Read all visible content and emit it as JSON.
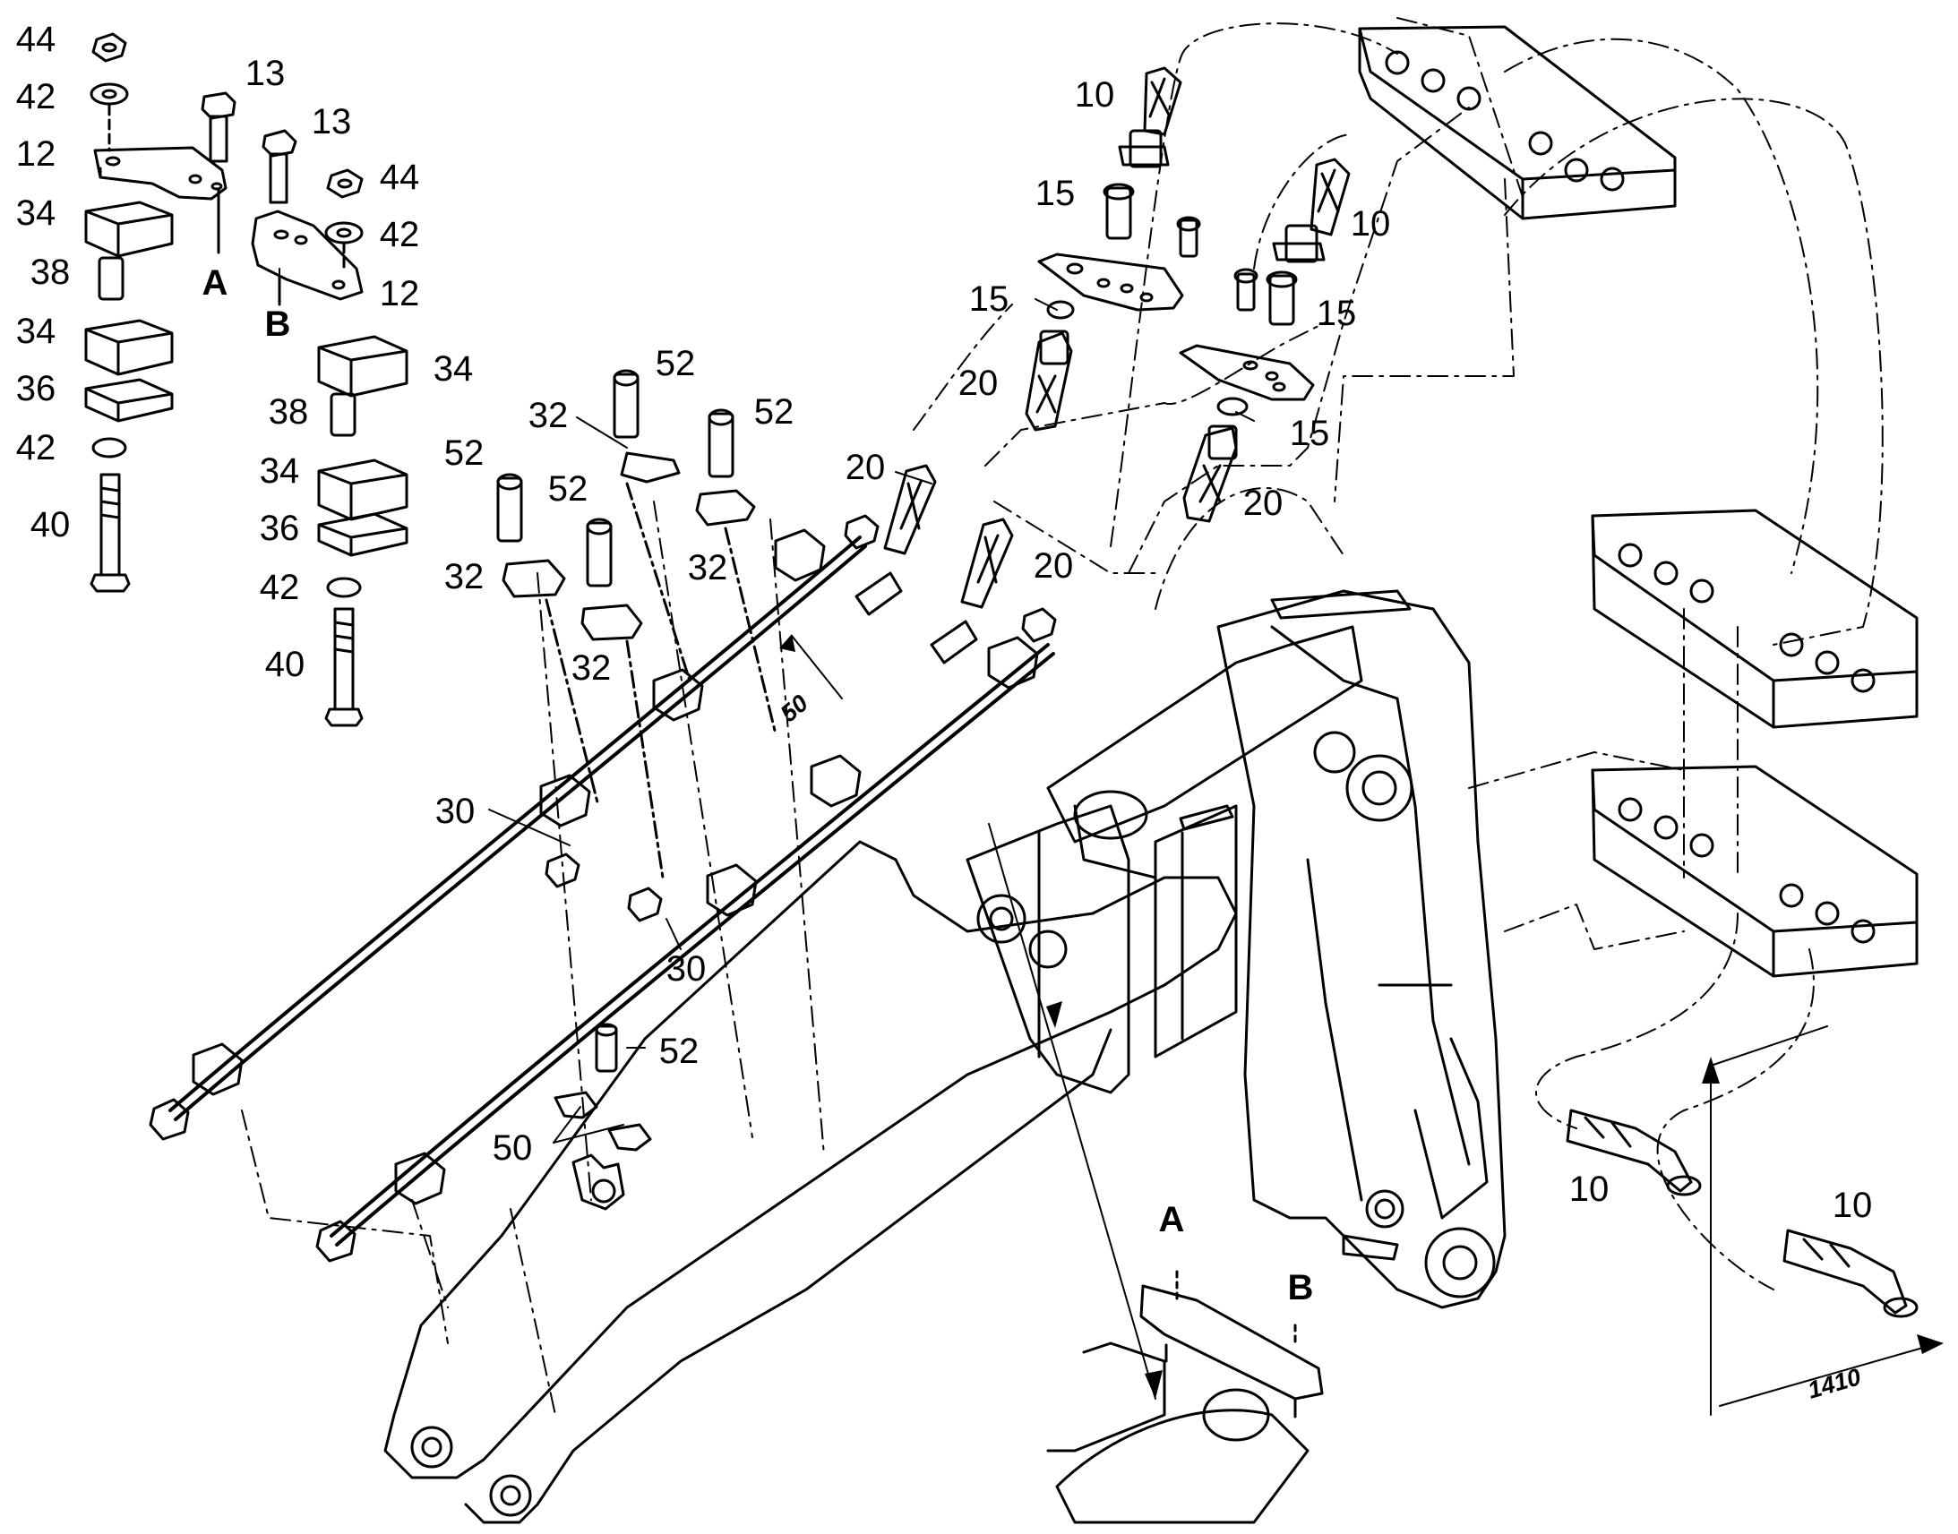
{
  "diagram": {
    "callouts": {
      "left_stack_a": [
        "44",
        "42",
        "12",
        "34",
        "38",
        "34",
        "36",
        "42",
        "40"
      ],
      "left_stack_b": [
        "13",
        "44",
        "42",
        "12",
        "34",
        "38",
        "34",
        "36",
        "42",
        "40"
      ],
      "marker_a": "A",
      "marker_b": "B",
      "bolt_13_a": "13",
      "pads": [
        "52",
        "52",
        "52",
        "52",
        "32",
        "32",
        "32",
        "32"
      ],
      "pipes": [
        "30",
        "30"
      ],
      "clamp_52": "52",
      "clips": "50",
      "hoses_top": [
        "10",
        "15",
        "15",
        "20",
        "20",
        "10",
        "15",
        "15",
        "20",
        "20"
      ],
      "hoses_bottom": [
        "10",
        "10"
      ],
      "detail_a": "A",
      "detail_b": "B"
    },
    "dimensions": {
      "d50": "50",
      "d1410": "1410"
    }
  }
}
